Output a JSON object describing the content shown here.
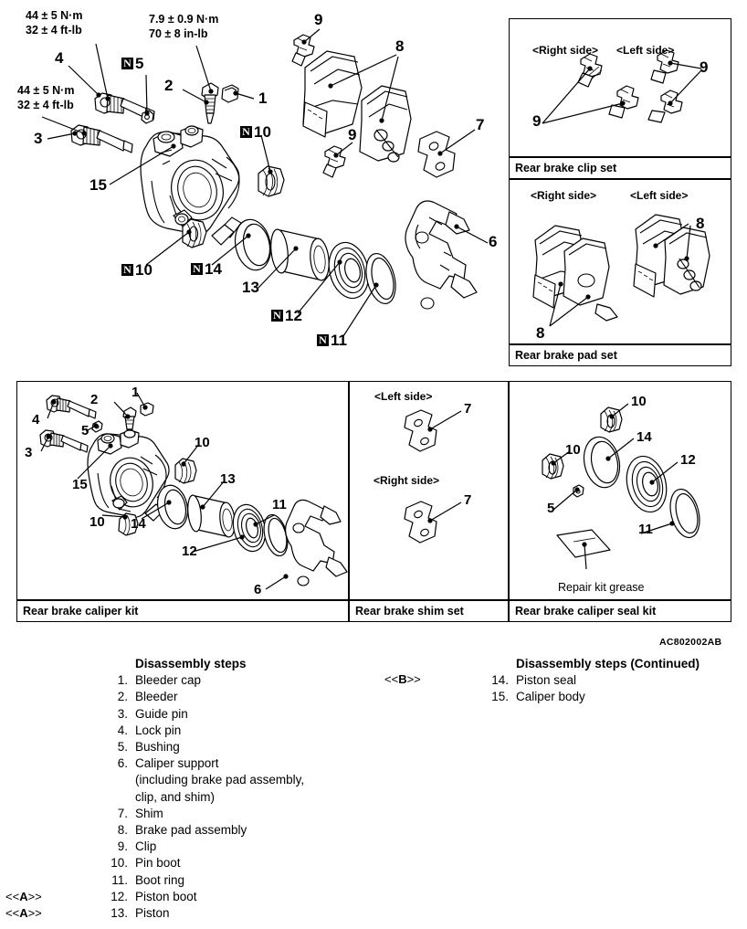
{
  "drawing_code": "AC802002AB",
  "torque_specs": [
    {
      "id": "lock-pin-torque",
      "line1": "44 ± 5 N·m",
      "line2": "32 ± 4 ft-lb"
    },
    {
      "id": "bleeder-torque",
      "line1": "7.9 ± 0.9 N·m",
      "line2": "70 ± 8 in-lb"
    },
    {
      "id": "guide-pin-torque",
      "line1": "44 ± 5 N·m",
      "line2": "32 ± 4 ft-lb"
    }
  ],
  "main_view": {
    "callouts": [
      {
        "id": "c4",
        "label": "4",
        "new_part": false
      },
      {
        "id": "c5",
        "label": "5",
        "new_part": true
      },
      {
        "id": "c2",
        "label": "2",
        "new_part": false
      },
      {
        "id": "c1",
        "label": "1",
        "new_part": false
      },
      {
        "id": "c3",
        "label": "3",
        "new_part": false
      },
      {
        "id": "c9a",
        "label": "9",
        "new_part": false
      },
      {
        "id": "c8",
        "label": "8",
        "new_part": false
      },
      {
        "id": "c9b",
        "label": "9",
        "new_part": false
      },
      {
        "id": "c7",
        "label": "7",
        "new_part": false
      },
      {
        "id": "c10a",
        "label": "10",
        "new_part": true
      },
      {
        "id": "c15",
        "label": "15",
        "new_part": false
      },
      {
        "id": "c10b",
        "label": "10",
        "new_part": true
      },
      {
        "id": "c14",
        "label": "14",
        "new_part": true
      },
      {
        "id": "c13",
        "label": "13",
        "new_part": false
      },
      {
        "id": "c12",
        "label": "12",
        "new_part": true
      },
      {
        "id": "c11",
        "label": "11",
        "new_part": true
      },
      {
        "id": "c6",
        "label": "6",
        "new_part": false
      }
    ]
  },
  "panels": [
    {
      "id": "rear-brake-clip-set",
      "caption": "Rear brake clip set",
      "side_labels": [
        "<Right side>",
        "<Left side>"
      ],
      "callouts": [
        "9",
        "9"
      ]
    },
    {
      "id": "rear-brake-pad-set",
      "caption": "Rear brake pad set",
      "side_labels": [
        "<Right side>",
        "<Left side>"
      ],
      "callouts": [
        "8",
        "8"
      ]
    },
    {
      "id": "rear-brake-caliper-kit",
      "caption": "Rear brake caliper kit",
      "side_labels": [],
      "callouts": [
        "4",
        "2",
        "1",
        "3",
        "5",
        "10",
        "15",
        "13",
        "10",
        "14",
        "11",
        "12",
        "6"
      ]
    },
    {
      "id": "rear-brake-shim-set",
      "caption": "Rear brake shim set",
      "side_labels": [
        "<Left side>",
        "<Right side>"
      ],
      "callouts": [
        "7",
        "7"
      ]
    },
    {
      "id": "rear-brake-caliper-seal-kit",
      "caption": "Rear brake caliper seal kit",
      "side_labels": [],
      "callouts": [
        "10",
        "14",
        "10",
        "12",
        "5",
        "11"
      ],
      "annotation": "Repair kit grease"
    }
  ],
  "steps": {
    "title": "Disassembly steps",
    "title_continued": "Disassembly steps (Continued)",
    "items": [
      {
        "num": "1.",
        "text": "Bleeder cap",
        "marker": ""
      },
      {
        "num": "2.",
        "text": "Bleeder",
        "marker": ""
      },
      {
        "num": "3.",
        "text": "Guide pin",
        "marker": ""
      },
      {
        "num": "4.",
        "text": "Lock pin",
        "marker": ""
      },
      {
        "num": "5.",
        "text": "Bushing",
        "marker": ""
      },
      {
        "num": "6.",
        "text": "Caliper support",
        "marker": ""
      },
      {
        "num": "",
        "text": " (including brake pad assembly,",
        "marker": ""
      },
      {
        "num": "",
        "text": "clip, and shim)",
        "marker": ""
      },
      {
        "num": "7.",
        "text": "Shim",
        "marker": ""
      },
      {
        "num": "8.",
        "text": "Brake pad assembly",
        "marker": ""
      },
      {
        "num": "9.",
        "text": "Clip",
        "marker": ""
      },
      {
        "num": "10.",
        "text": "Pin boot",
        "marker": ""
      },
      {
        "num": "11.",
        "text": "Boot ring",
        "marker": ""
      },
      {
        "num": "12.",
        "text": "Piston boot",
        "marker": "A"
      },
      {
        "num": "13.",
        "text": "Piston",
        "marker": "A"
      }
    ],
    "items_continued": [
      {
        "num": "14.",
        "text": "Piston seal",
        "marker": "B"
      },
      {
        "num": "15.",
        "text": "Caliper body",
        "marker": ""
      }
    ],
    "marker_a": "<<A>>",
    "marker_b": "<<B>>"
  }
}
